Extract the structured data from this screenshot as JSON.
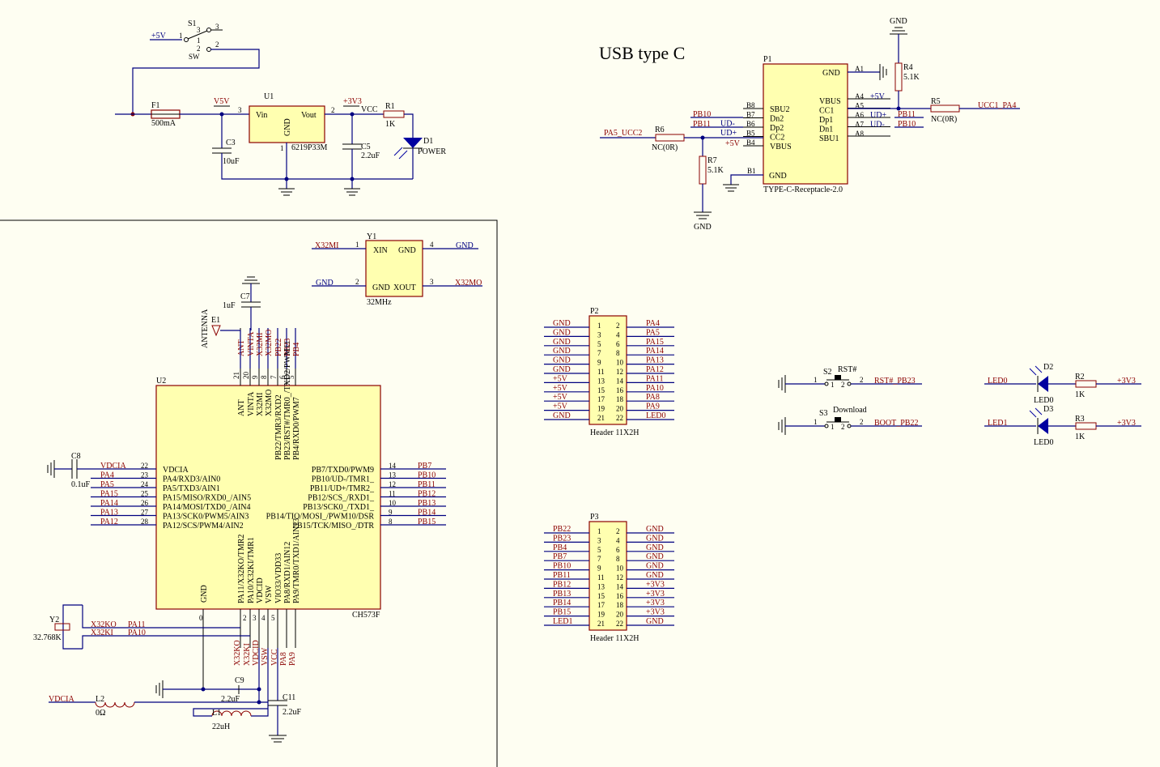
{
  "title": "USB type C",
  "power": {
    "s1": {
      "ref": "S1",
      "label": "SW",
      "p1": "1",
      "p2": "2",
      "p3": "3",
      "pa": "1",
      "pb": "2",
      "pc": "3"
    },
    "plus5v": "+5V",
    "f1": {
      "ref": "F1",
      "value": "500mA"
    },
    "v5v": "V5V",
    "u1": {
      "ref": "U1",
      "vin": "Vin",
      "vout": "Vout",
      "gnd": "GND",
      "part": "6219P33M",
      "pin3": "3",
      "pin2": "2",
      "pin1": "1"
    },
    "c3": {
      "ref": "C3",
      "value": "10uF"
    },
    "c5": {
      "ref": "C5",
      "value": "2.2uF"
    },
    "plus3v3": "+3V3",
    "vcc": "VCC",
    "r1": {
      "ref": "R1",
      "value": "1K"
    },
    "d1": {
      "ref": "D1",
      "value": "POWER"
    }
  },
  "usb": {
    "p1": {
      "ref": "P1",
      "part": "TYPE-C-Receptacle-2.0",
      "left_pins": [
        "SBU2",
        "Dn2",
        "Dp2",
        "CC2",
        "VBUS"
      ],
      "left_nums": [
        "B8",
        "B7",
        "B6",
        "B5",
        "B4"
      ],
      "left_nets": [
        "",
        "UD-",
        "UD+",
        "",
        ""
      ],
      "gnd_top": "GND",
      "gnd_bottom": "GND",
      "b1": "B1",
      "right_pins": [
        "VBUS",
        "CC1",
        "Dp1",
        "Dn1",
        "SBU1"
      ],
      "right_nums": [
        "A4",
        "A5",
        "A6",
        "A7",
        "A8"
      ],
      "right_nets": [
        "+5V",
        "",
        "UD+",
        "UD-",
        ""
      ],
      "a1": "A1"
    },
    "gnd": "GND",
    "pb10": "PB10",
    "pb11": "PB11",
    "r4": {
      "ref": "R4",
      "value": "5.1K"
    },
    "r5": {
      "ref": "R5",
      "value": "NC(0R)"
    },
    "ucc1": "UCC1_PA4",
    "pb11r": "PB11",
    "pb10r": "PB10",
    "r6": {
      "ref": "R6",
      "value": "NC(0R)"
    },
    "r7": {
      "ref": "R7",
      "value": "5.1K"
    },
    "ucc2": "PA5_UCC2",
    "p5v": "+5V"
  },
  "crystal": {
    "y1": {
      "ref": "Y1",
      "value": "32MHz",
      "xin": "XIN",
      "gnd1": "GND",
      "gnd2": "GND",
      "xout": "XOUT",
      "p1": "1",
      "p2": "2",
      "p3": "3",
      "p4": "4"
    },
    "x32mi": "X32MI",
    "x32mo": "X32MO",
    "gnd": "GND",
    "gnd2": "GND"
  },
  "mcu": {
    "ref": "U2",
    "part": "CH573F",
    "c7": {
      "ref": "C7",
      "value": "1uF"
    },
    "e1": {
      "ref": "E1",
      "label": "ANTENNA"
    },
    "top_nets": [
      "ANT",
      "VINTA",
      "X32MI",
      "X32MO",
      "PB22",
      "PB23",
      "PB4"
    ],
    "top_nums": [
      "21",
      "20",
      "9",
      "8",
      "7",
      "6",
      "5"
    ],
    "top_pins": [
      "ANT",
      "VINTA",
      "X32MI",
      "X32MO",
      "PB22/TMR3/RXD2",
      "PB23/RST#/TMR0_/TXD2/PWM11",
      "PB4/RXD0/PWM7"
    ],
    "left_nets": [
      "VDCIA",
      "PA4",
      "PA5",
      "PA15",
      "PA14",
      "PA13",
      "PA12"
    ],
    "left_nums": [
      "22",
      "23",
      "24",
      "25",
      "26",
      "27",
      "28"
    ],
    "left_pins": [
      "VDCIA",
      "PA4/RXD3/AIN0",
      "PA5/TXD3/AIN1",
      "PA15/MISO/RXD0_/AIN5",
      "PA14/MOSI/TXD0_/AIN4",
      "PA13/SCK0/PWM5/AIN3",
      "PA12/SCS/PWM4/AIN2"
    ],
    "right_nets": [
      "PB7",
      "PB10",
      "PB11",
      "PB12",
      "PB13",
      "PB14",
      "PB15"
    ],
    "right_nums": [
      "14",
      "13",
      "12",
      "11",
      "10",
      "9",
      "8"
    ],
    "right_pins": [
      "PB7/TXD0/PWM9",
      "PB10/UD-/TMR1_",
      "PB11/UD+/TMR2_",
      "PB12/SCS_/RXD1_",
      "PB13/SCK0_/TXD1_",
      "PB14/TIO/MOSI_/PWM10/DSR",
      "PB15/TCK/MISO_/DTR"
    ],
    "bottom_pins": [
      "GND",
      "PA11/X32KO/TMR2",
      "PA10/X32KI/TMR1",
      "VDCID",
      "VSW",
      "VIO33/VDD33",
      "PA8/RXD1/AIN12",
      "PA9/TMR0/TXD1/AIN13"
    ],
    "bottom_nums": [
      "0",
      "2",
      "3",
      "4",
      "5"
    ],
    "bottom_nets": [
      "X32KO",
      "X32KI",
      "VDCID",
      "VSW",
      "VCC",
      "PA8",
      "PA9"
    ],
    "c8": {
      "ref": "C8",
      "value": "0.1uF"
    },
    "y2": {
      "ref": "Y2",
      "value": "32.768K"
    },
    "x32ko": "X32KO",
    "x32ki": "X32KI",
    "pa11": "PA11",
    "pa10": "PA10",
    "c9": {
      "ref": "C9",
      "value": "2.2uF"
    },
    "c11": {
      "ref": "C11",
      "value": "2.2uF"
    },
    "l2": {
      "ref": "L2",
      "value": "0Ω"
    },
    "l1": {
      "ref": "L1",
      "value": "22uH"
    },
    "vdcia": "VDCIA"
  },
  "p2": {
    "ref": "P2",
    "part": "Header 11X2H",
    "left": [
      "GND",
      "GND",
      "GND",
      "GND",
      "GND",
      "GND",
      "+5V",
      "+5V",
      "+5V",
      "+5V",
      "GND"
    ],
    "right": [
      "PA4",
      "PA5",
      "PA15",
      "PA14",
      "PA13",
      "PA12",
      "PA11",
      "PA10",
      "PA8",
      "PA9",
      "LED0"
    ],
    "odd": [
      "1",
      "3",
      "5",
      "7",
      "9",
      "11",
      "13",
      "15",
      "17",
      "19",
      "21"
    ],
    "even": [
      "2",
      "4",
      "6",
      "8",
      "10",
      "12",
      "14",
      "16",
      "18",
      "20",
      "22"
    ]
  },
  "p3": {
    "ref": "P3",
    "part": "Header 11X2H",
    "left": [
      "PB22",
      "PB23",
      "PB4",
      "PB7",
      "PB10",
      "PB11",
      "PB12",
      "PB13",
      "PB14",
      "PB15",
      "LED1"
    ],
    "right": [
      "GND",
      "GND",
      "GND",
      "GND",
      "GND",
      "GND",
      "+3V3",
      "+3V3",
      "+3V3",
      "+3V3",
      "GND"
    ],
    "odd": [
      "1",
      "3",
      "5",
      "7",
      "9",
      "11",
      "13",
      "15",
      "17",
      "19",
      "21"
    ],
    "even": [
      "2",
      "4",
      "6",
      "8",
      "10",
      "12",
      "14",
      "16",
      "18",
      "20",
      "22"
    ]
  },
  "buttons": {
    "s2": {
      "ref": "S2",
      "label": "RST#",
      "net": "RST#_PB23",
      "p1": "1",
      "p2": "2"
    },
    "s3": {
      "ref": "S3",
      "label": "Download",
      "net": "BOOT_PB22",
      "p1": "1",
      "p2": "2"
    }
  },
  "leds": {
    "d2": {
      "ref": "D2",
      "value": "LED0",
      "net": "LED0"
    },
    "d3": {
      "ref": "D3",
      "value": "LED0",
      "net": "LED1"
    },
    "r2": {
      "ref": "R2",
      "value": "1K"
    },
    "r3": {
      "ref": "R3",
      "value": "1K"
    },
    "v33": "+3V3"
  }
}
